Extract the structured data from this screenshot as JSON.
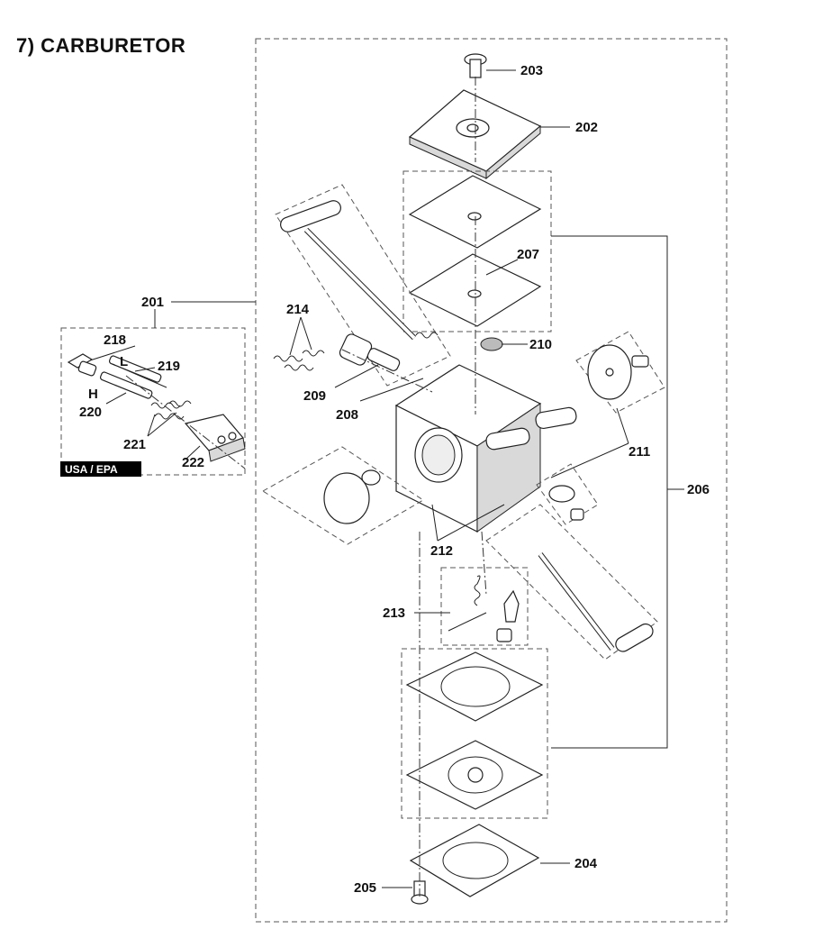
{
  "title": "7)  CARBURETOR",
  "badge": "USA / EPA",
  "letters": {
    "low": "L",
    "high": "H"
  },
  "callouts": {
    "p201": "201",
    "p202": "202",
    "p203": "203",
    "p204": "204",
    "p205": "205",
    "p206": "206",
    "p207": "207",
    "p208": "208",
    "p209": "209",
    "p210": "210",
    "p211": "211",
    "p212": "212",
    "p213": "213",
    "p214": "214",
    "p218": "218",
    "p219": "219",
    "p220": "220",
    "p221": "221",
    "p222": "222"
  }
}
